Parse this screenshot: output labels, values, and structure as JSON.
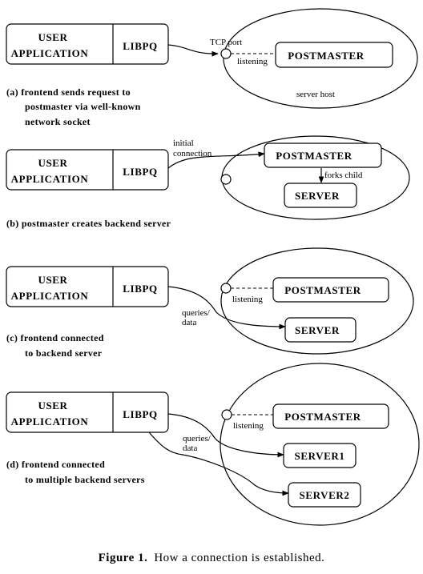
{
  "labels": {
    "user": "USER",
    "application": "APPLICATION",
    "libpq": "LIBPQ",
    "postmaster": "POSTMASTER",
    "server": "SERVER",
    "server1": "SERVER1",
    "server2": "SERVER2",
    "tcp_port": "TCP port",
    "listening": "listening",
    "server_host": "server host",
    "initial": "initial",
    "connection": "connection",
    "forks_child": "forks child",
    "queries": "queries/",
    "data": "data"
  },
  "captions": {
    "a": [
      "(a) frontend sends request to",
      "postmaster via well-known",
      "network socket"
    ],
    "b": [
      "(b) postmaster creates backend server"
    ],
    "c": [
      "(c) frontend connected",
      "to backend server"
    ],
    "d": [
      "(d) frontend connected",
      "to multiple backend servers"
    ]
  },
  "figure_caption": {
    "label": "Figure 1.",
    "text": "How a connection is established."
  }
}
